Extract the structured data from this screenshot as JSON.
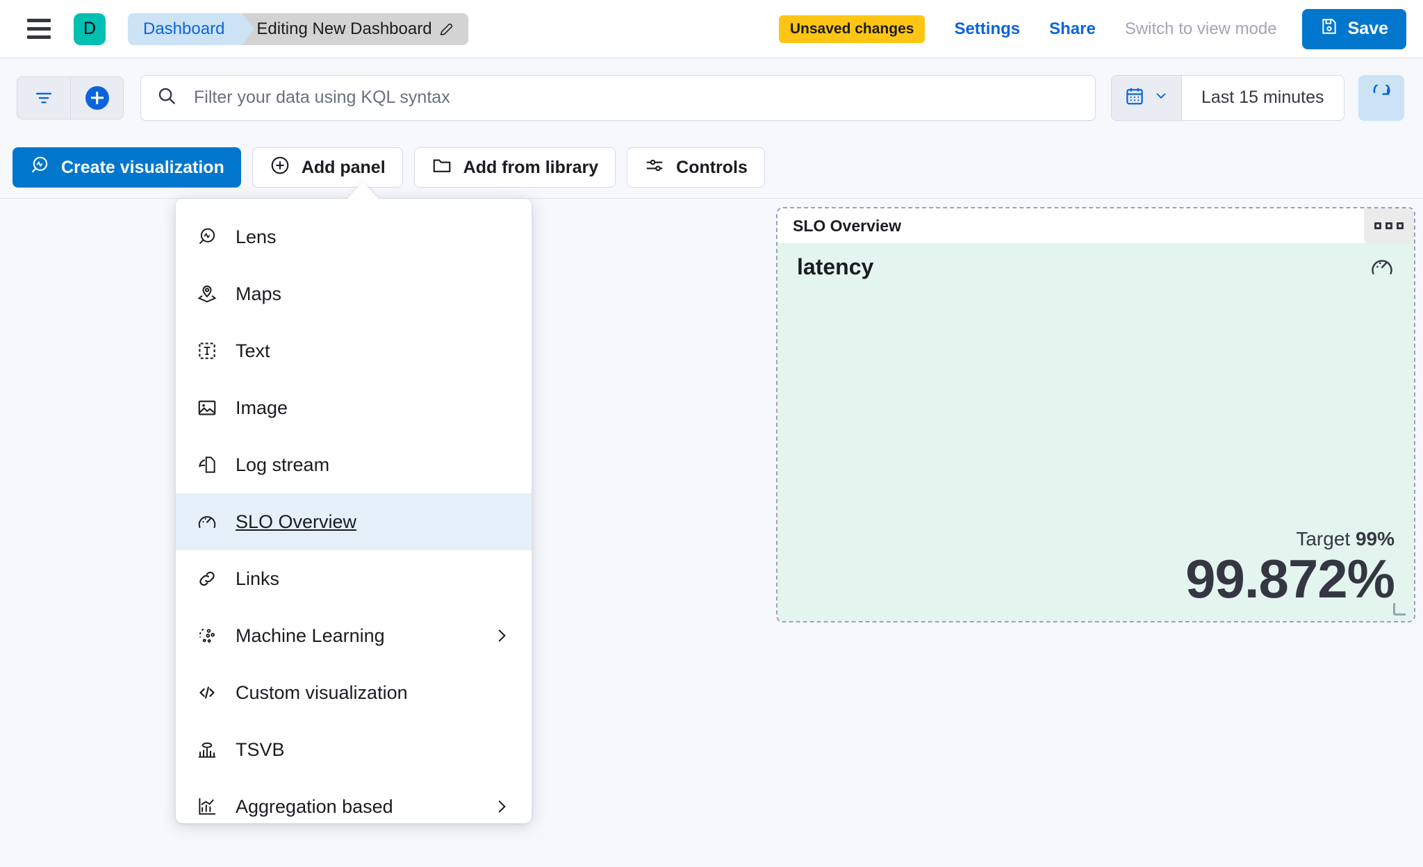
{
  "header": {
    "menu_icon": "hamburger-icon",
    "avatar_letter": "D",
    "breadcrumbs": [
      {
        "label": "Dashboard",
        "icon": null
      },
      {
        "label": "Editing New Dashboard",
        "icon": "pencil-icon"
      }
    ],
    "unsaved_badge": "Unsaved changes",
    "settings_link": "Settings",
    "share_link": "Share",
    "view_mode_link": "Switch to view mode",
    "save_label": "Save",
    "save_icon": "save-disk-icon"
  },
  "querybar": {
    "filter_icon": "filter-icon",
    "add_filter_icon": "plus-circle-icon",
    "search_icon": "search-icon",
    "search_placeholder": "Filter your data using KQL syntax",
    "search_value": "",
    "calendar_icon": "calendar-icon",
    "chevron_icon": "chevron-down-icon",
    "time_range": "Last 15 minutes",
    "refresh_icon": "refresh-icon"
  },
  "toolbar": {
    "create_visualization": "Create visualization",
    "create_visualization_icon": "lens-icon",
    "add_panel": "Add panel",
    "add_panel_icon": "plus-in-circle-icon",
    "add_from_library": "Add from library",
    "add_from_library_icon": "folder-icon",
    "controls": "Controls",
    "controls_icon": "sliders-icon"
  },
  "add_panel_menu": {
    "open": true,
    "selected": "SLO Overview",
    "items": [
      {
        "label": "Lens",
        "icon": "lens-icon",
        "submenu": false
      },
      {
        "label": "Maps",
        "icon": "map-pin-layers-icon",
        "submenu": false
      },
      {
        "label": "Text",
        "icon": "text-box-icon",
        "submenu": false
      },
      {
        "label": "Image",
        "icon": "image-icon",
        "submenu": false
      },
      {
        "label": "Log stream",
        "icon": "log-stream-icon",
        "submenu": false
      },
      {
        "label": "SLO Overview",
        "icon": "gauge-icon",
        "submenu": false
      },
      {
        "label": "Links",
        "icon": "link-icon",
        "submenu": false
      },
      {
        "label": "Machine Learning",
        "icon": "machine-learning-icon",
        "submenu": true
      },
      {
        "label": "Custom visualization",
        "icon": "code-icon",
        "submenu": false
      },
      {
        "label": "TSVB",
        "icon": "tsvb-chart-icon",
        "submenu": false
      },
      {
        "label": "Aggregation based",
        "icon": "aggregation-chart-icon",
        "submenu": true
      }
    ]
  },
  "slo_panel": {
    "title": "SLO Overview",
    "context_menu_icon": "panel-options-icon",
    "metric_name": "latency",
    "gauge_icon": "gauge-icon",
    "target_label": "Target",
    "target_value": "99%",
    "sli_value": "99.872%",
    "background_color": "#E4F5F0",
    "resize_handle_icon": "resize-corner-icon"
  },
  "colors": {
    "accent_blue": "#0077CC",
    "link_blue": "#0B64DD",
    "warning_yellow": "#FEC514",
    "avatar_teal": "#00BFB3",
    "panel_bg": "#E4F5F0",
    "page_bg": "#F7F8FC",
    "selected_item": "#E6F0FA"
  }
}
